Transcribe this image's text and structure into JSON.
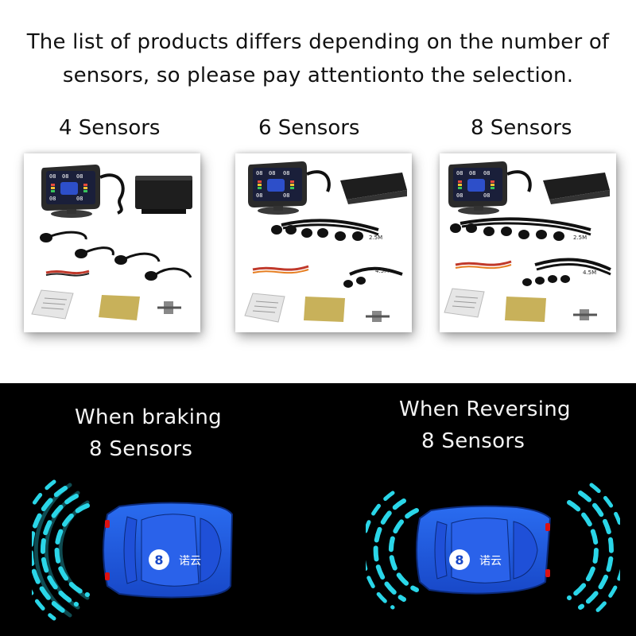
{
  "headline": {
    "line1": "The list of products differs depending on the number of",
    "line2": "sensors, so please pay attentionto the selection."
  },
  "products": [
    {
      "label": "4 Sensors"
    },
    {
      "label": "6 Sensors",
      "cable_labels": [
        "2.5M",
        "4.5M"
      ]
    },
    {
      "label": "8 Sensors",
      "cable_labels": [
        "2.5M",
        "4.5M"
      ]
    }
  ],
  "display_digits": "08",
  "modes": [
    {
      "title": "When braking",
      "subtitle": "8 Sensors",
      "car_badge": "8",
      "car_brand": "诺云"
    },
    {
      "title": "When Reversing",
      "subtitle": "8 Sensors",
      "car_badge": "8",
      "car_brand": "诺云"
    }
  ],
  "colors": {
    "car_blue": "#1d5be0",
    "wave_cyan": "#2ad6e8",
    "background_dark": "#000000"
  }
}
